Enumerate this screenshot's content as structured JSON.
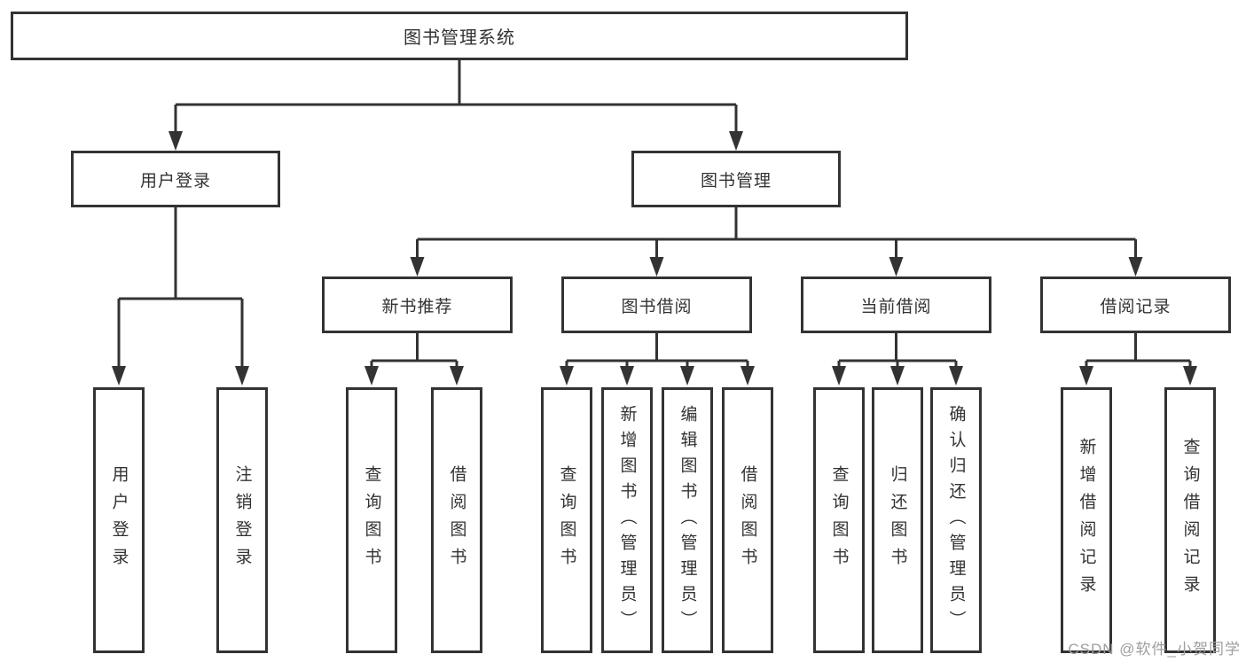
{
  "colors": {
    "line": "#333333",
    "box_border": "#333333",
    "text": "#333333",
    "watermark": "#9e9e9e",
    "background": "#ffffff"
  },
  "tree": {
    "label": "图书管理系统",
    "children": [
      {
        "label": "用户登录",
        "children": [
          {
            "label": "用户登录"
          },
          {
            "label": "注销登录"
          }
        ]
      },
      {
        "label": "图书管理",
        "children": [
          {
            "label": "新书推荐",
            "children": [
              {
                "label": "查询图书"
              },
              {
                "label": "借阅图书"
              }
            ]
          },
          {
            "label": "图书借阅",
            "children": [
              {
                "label": "查询图书"
              },
              {
                "label": "新增图书（管理员）"
              },
              {
                "label": "编辑图书（管理员）"
              },
              {
                "label": "借阅图书"
              }
            ]
          },
          {
            "label": "当前借阅",
            "children": [
              {
                "label": "查询图书"
              },
              {
                "label": "归还图书"
              },
              {
                "label": "确认归还（管理员）"
              }
            ]
          },
          {
            "label": "借阅记录",
            "children": [
              {
                "label": "新增借阅记录"
              },
              {
                "label": "查询借阅记录"
              }
            ]
          }
        ]
      }
    ]
  },
  "watermark": "CSDN @软件_小贺同学"
}
